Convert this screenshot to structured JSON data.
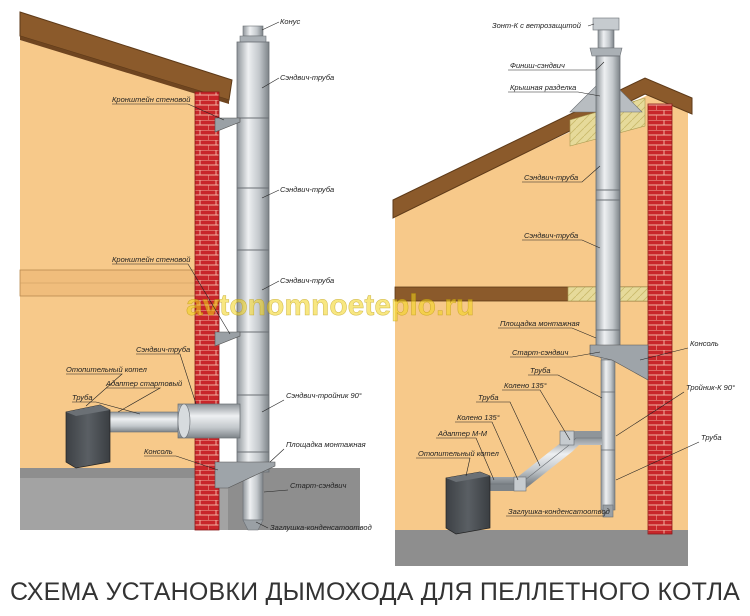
{
  "caption": "СХЕМА УСТАНОВКИ ДЫМОХОДА ДЛЯ ПЕЛЛЕТНОГО КОТЛА",
  "watermark": "avtonomnoeteplo.ru",
  "left_labels": {
    "konus": "Конус",
    "sandwich_top": "Сэндвич-труба",
    "bracket_top": "Кронштейн стеновой",
    "sandwich_mid": "Сэндвич-труба",
    "bracket_mid": "Кронштейн стеновой",
    "sandwich_low": "Сэндвич-труба",
    "sandwich_side": "Сэндвич-труба",
    "boiler": "Отопительный котел",
    "adapter": "Адаптер стартовый",
    "pipe": "Труба",
    "tee": "Сэндвич-тройник 90°",
    "platform": "Площадка монтажная",
    "console": "Консоль",
    "start": "Старт-сэндвич",
    "plug": "Заглушка-конденсатоотвод"
  },
  "right_labels": {
    "zont": "Зонт-К с ветрозащитой",
    "finish": "Финиш-сэндвич",
    "roof_cut": "Крышная разделка",
    "sandwich_top": "Сэндвич-труба",
    "sandwich_mid": "Сэндвич-труба",
    "platform": "Площадка монтажная",
    "start": "Старт-сэндвич",
    "console": "Консоль",
    "pipe_a": "Труба",
    "elbow_a": "Колено 135°",
    "tee": "Тройник-К 90°",
    "pipe_b": "Труба",
    "elbow_b": "Колено 135°",
    "adapter": "Адаптер М-М",
    "boiler": "Отопительный котел",
    "pipe_c": "Труба",
    "plug": "Заглушка-конденсатоотвод"
  },
  "colors": {
    "wall": "#f7c98a",
    "brick": "#cc2a2a",
    "floor": "#8e8e8e",
    "roof": "#8b5a2b",
    "insulation": "#e6da9a",
    "pipe": "#c5c9cc",
    "boiler": "#4a4e52"
  }
}
